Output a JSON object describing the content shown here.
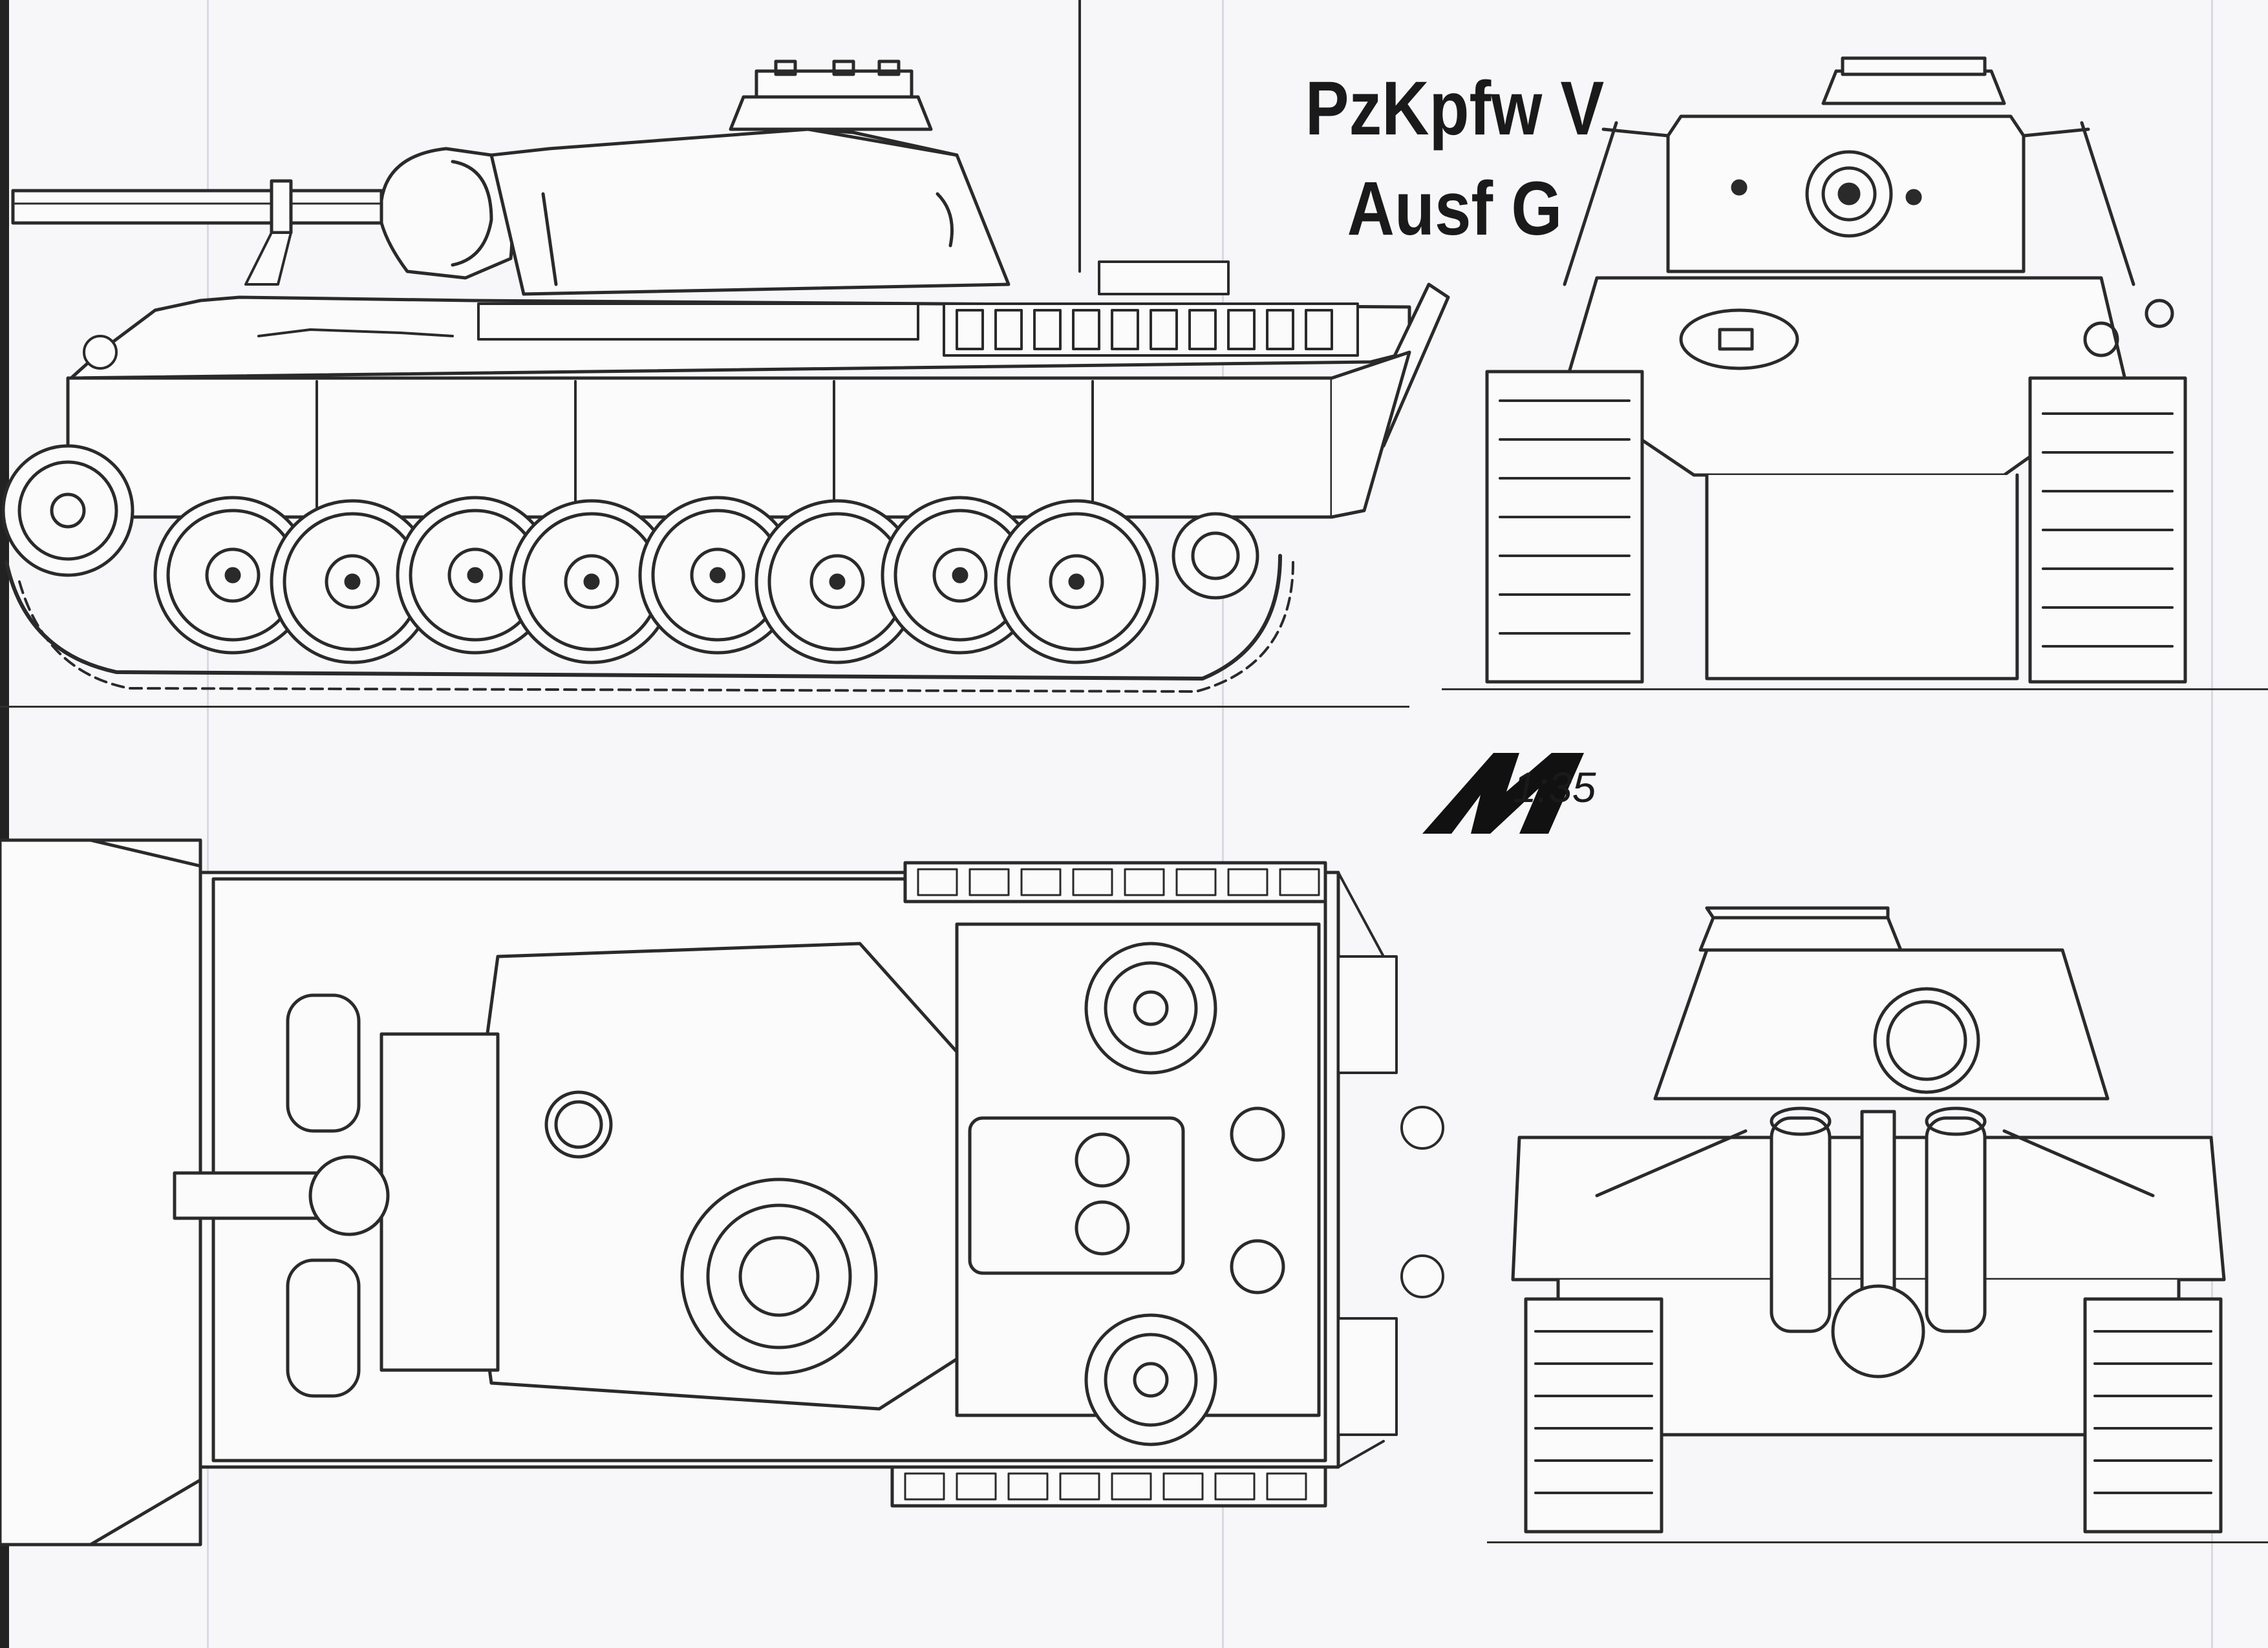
{
  "sheet": {
    "title_line1": "PzKpfw V",
    "title_line2": "Ausf G",
    "scale_label": "1:35"
  },
  "colors": {
    "paper": "#f7f7f9",
    "line": "#2a2a2a",
    "logo": "#111111"
  },
  "icons": [
    "m-logo-icon"
  ]
}
